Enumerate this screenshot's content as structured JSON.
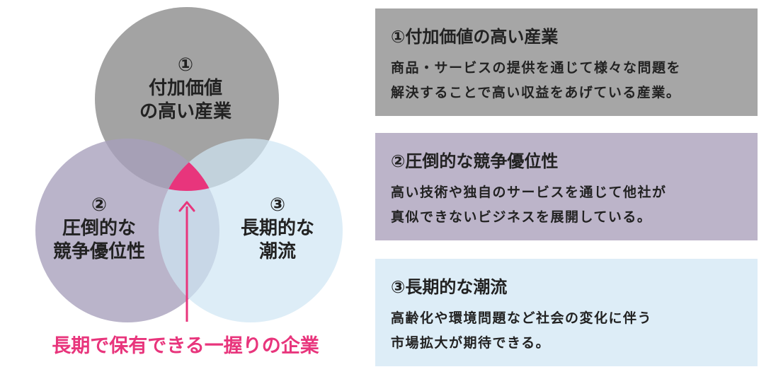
{
  "venn": {
    "circle1": {
      "num": "①",
      "line1": "付加価値",
      "line2": "の高い産業",
      "color": "#9e9e9e"
    },
    "circle2": {
      "num": "②",
      "line1": "圧倒的な",
      "line2": "競争優位性",
      "color": "#b9b2c8"
    },
    "circle3": {
      "num": "③",
      "line1": "長期的な",
      "line2": "潮流",
      "color": "#dcecf7"
    },
    "overlap_color": "#e8357c",
    "caption": "長期で保有できる一握りの企業"
  },
  "cards": [
    {
      "title": "①付加価値の高い産業",
      "body": [
        "商品・サービスの提供を通じて様々な問題を",
        "解決することで高い収益をあげている産業。"
      ],
      "bg": "#a6a6a6"
    },
    {
      "title": "②圧倒的な競争優位性",
      "body": [
        "高い技術や独自のサービスを通じて他社が",
        "真似できないビジネスを展開している。"
      ],
      "bg": "#bcb4c9"
    },
    {
      "title": "③長期的な潮流",
      "body": [
        "高齢化や環境問題など社会の変化に伴う",
        "市場拡大が期待できる。"
      ],
      "bg": "#ddedf7"
    }
  ]
}
